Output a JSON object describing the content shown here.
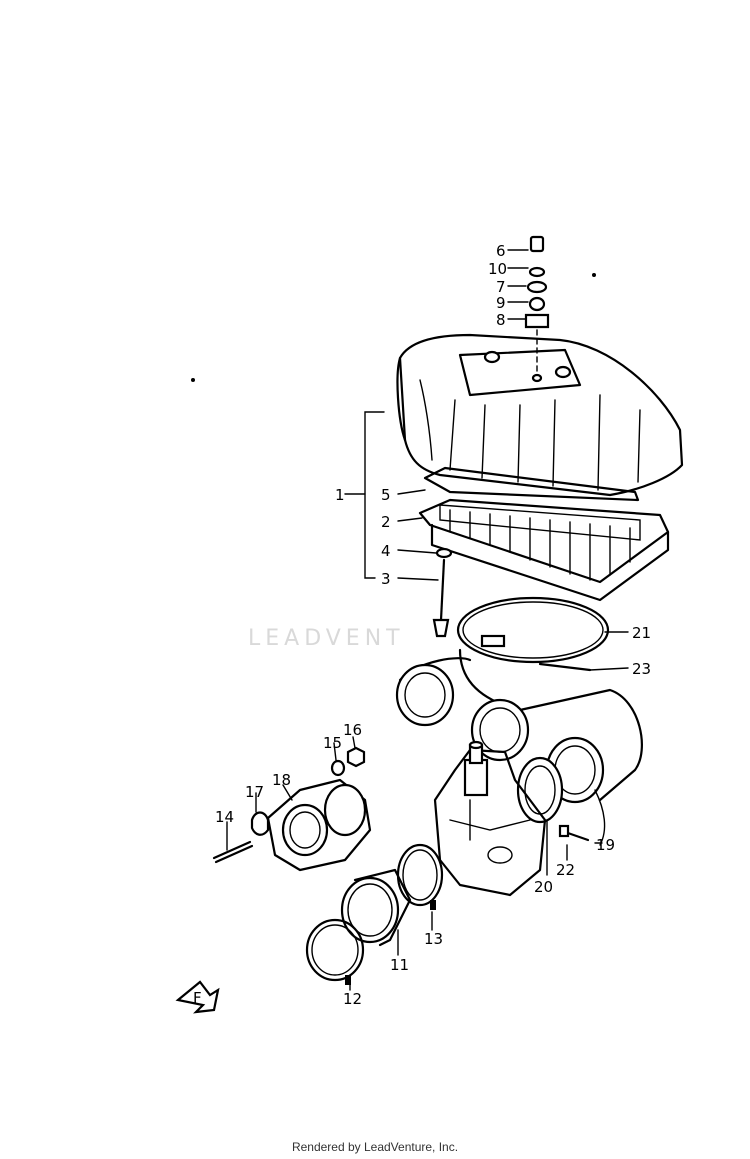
{
  "watermark": "LEADVENT",
  "footer": "Rendered by LeadVenture, Inc.",
  "arrow_label": "F",
  "callouts": [
    "1",
    "2",
    "3",
    "4",
    "5",
    "6",
    "7",
    "8",
    "9",
    "10",
    "11",
    "12",
    "13",
    "14",
    "15",
    "16",
    "17",
    "18",
    "19",
    "20",
    "21",
    "22",
    "23"
  ]
}
